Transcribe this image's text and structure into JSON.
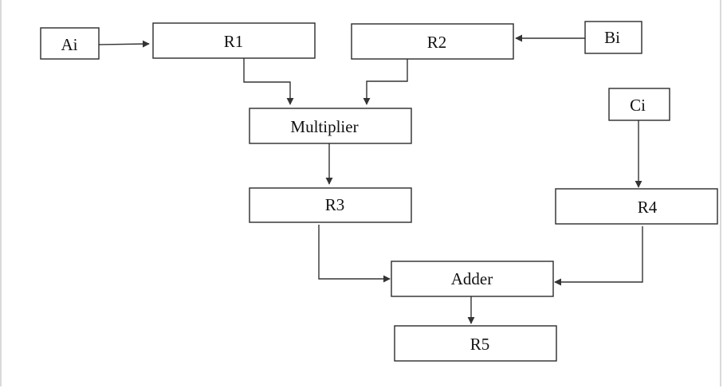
{
  "diagram": {
    "nodes": {
      "ai": "Ai",
      "r1": "R1",
      "r2": "R2",
      "bi": "Bi",
      "multiplier": "Multiplier",
      "ci": "Ci",
      "r3": "R3",
      "r4": "R4",
      "adder": "Adder",
      "r5": "R5"
    },
    "edges": [
      {
        "from": "ai",
        "to": "r1"
      },
      {
        "from": "bi",
        "to": "r2"
      },
      {
        "from": "r1",
        "to": "multiplier"
      },
      {
        "from": "r2",
        "to": "multiplier"
      },
      {
        "from": "multiplier",
        "to": "r3"
      },
      {
        "from": "ci",
        "to": "r4"
      },
      {
        "from": "r3",
        "to": "adder"
      },
      {
        "from": "r4",
        "to": "adder"
      },
      {
        "from": "adder",
        "to": "r5"
      }
    ]
  }
}
